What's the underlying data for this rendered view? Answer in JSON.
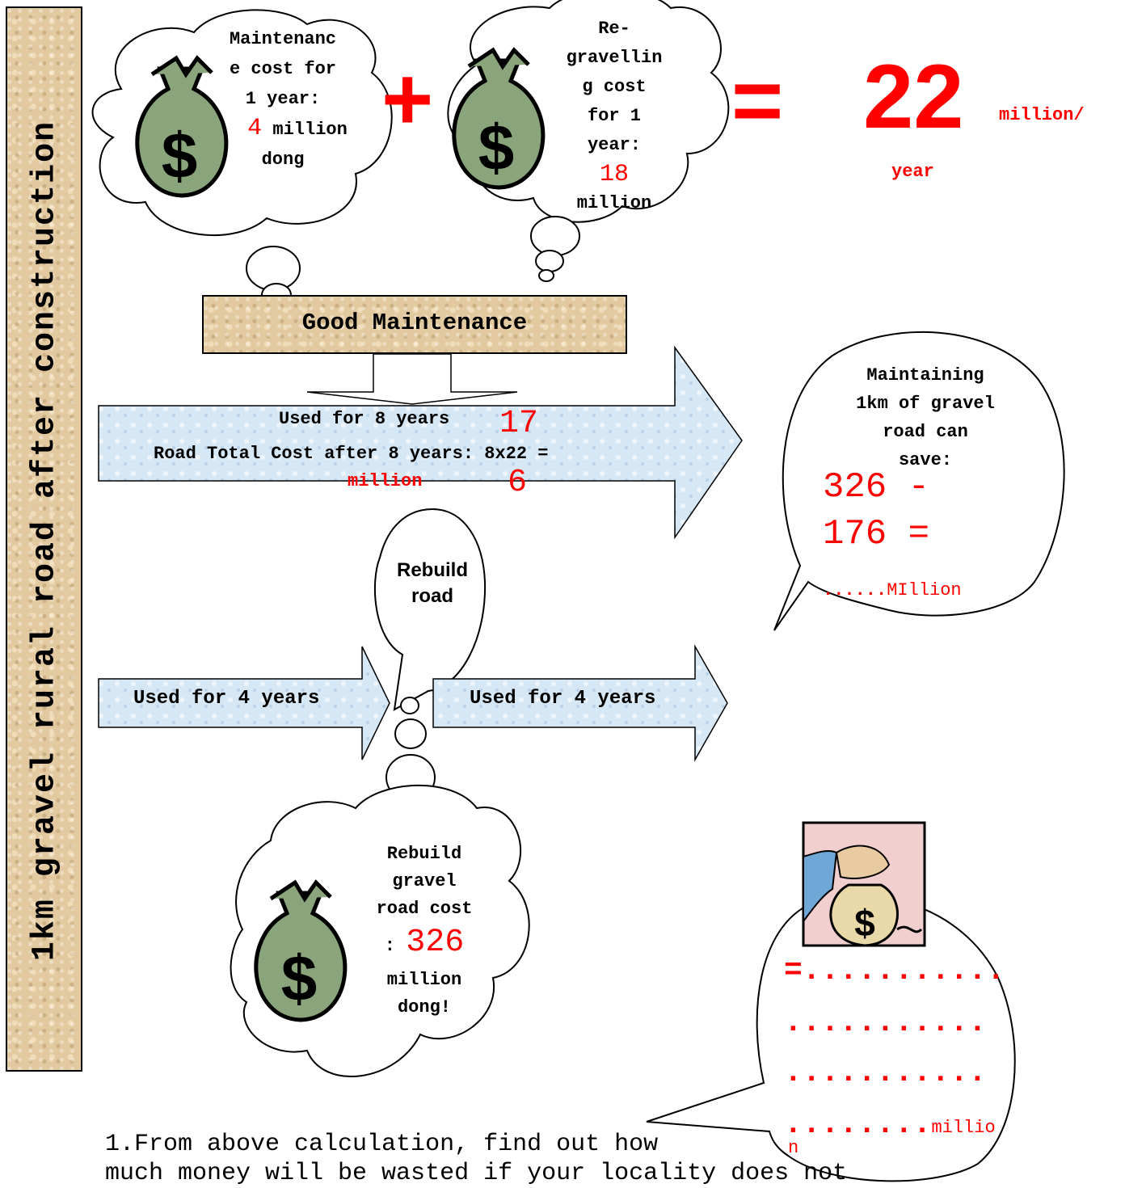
{
  "side_label": "1km gravel rural road after construction",
  "cloud_maint": {
    "line1": "Maintenanc",
    "line2": "e cost for",
    "line3": "1 year:",
    "value": "4",
    "unit": "million",
    "line5": "dong"
  },
  "plus": "+",
  "cloud_regravel": {
    "line1": "Re-",
    "line2": "gravellin",
    "line3": "g cost",
    "line4": "for 1",
    "line5": "year:",
    "value": "18",
    "unit": "million"
  },
  "equals": "=",
  "total": {
    "value": "22",
    "unit": "million/",
    "unit2": "year"
  },
  "good_maintenance": "Good Maintenance",
  "arrow_top": {
    "line1": "Used for 8 years",
    "overlay_num": "17",
    "line2": "Road Total Cost after 8 years: 8x22 =",
    "line3": "million",
    "overlay_num2": "6"
  },
  "savings_bubble": {
    "line1": "Maintaining",
    "line2": "1km of gravel",
    "line3": "road can",
    "line4": "save:",
    "calc1": "326 -",
    "calc2": "176 =",
    "dots": "......",
    "unit": "MIllion"
  },
  "rebuild_bubble": {
    "line1": "Rebuild",
    "line2": "road"
  },
  "arrow_left": "Used for 4 years",
  "arrow_right": "Used for 4 years",
  "cloud_rebuild": {
    "line1": "Rebuild",
    "line2": "gravel",
    "line3": "road cost",
    "prefix": ":",
    "value": "326",
    "line5": "million",
    "line6": "dong!"
  },
  "answer_bubble": {
    "line1": "=...........",
    "line2": "...........",
    "line3": "...........",
    "line4": "........",
    "unit": "millio",
    "line5": "n"
  },
  "question": {
    "line1": "1.From above calculation, find out how",
    "line2": "much money will be wasted if your locality does not"
  },
  "colors": {
    "red": "#ff0000",
    "arrow_fill": "#cfe3f4",
    "parchment": "#e2c9a0",
    "bag": "#8aa57b"
  }
}
